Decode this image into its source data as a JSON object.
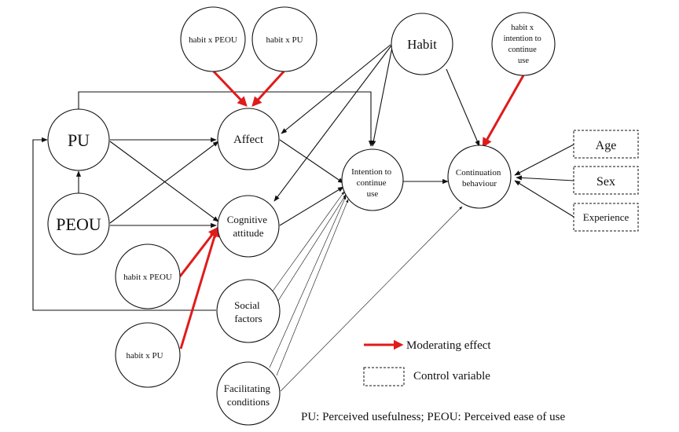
{
  "nodes": {
    "pu": [
      "PU"
    ],
    "peou": [
      "PEOU"
    ],
    "affect": [
      "Affect"
    ],
    "cognitive": [
      "Cognitive",
      "attitude"
    ],
    "social": [
      "Social",
      "factors"
    ],
    "facilitating": [
      "Facilitating",
      "conditions"
    ],
    "intention": [
      "Intention to",
      "continue",
      "use"
    ],
    "habit": [
      "Habit"
    ],
    "continuation": [
      "Continuation",
      "behaviour"
    ],
    "mod_habit_peou_top": [
      "habit x PEOU"
    ],
    "mod_habit_pu_top": [
      "habit x PU"
    ],
    "mod_habit_peou_left": [
      "habit x PEOU"
    ],
    "mod_habit_pu_left": [
      "habit x PU"
    ],
    "mod_habit_intention": [
      "habit x",
      "intention to",
      "continue",
      "use"
    ]
  },
  "controls": {
    "age": "Age",
    "sex": "Sex",
    "experience": "Experience"
  },
  "legend": {
    "moderating": "Moderating effect",
    "control": "Control variable"
  },
  "footnote": "PU: Perceived usefulness; PEOU: Perceived ease of use",
  "colors": {
    "moderating_arrow": "#e01b1b",
    "line": "#111111"
  }
}
